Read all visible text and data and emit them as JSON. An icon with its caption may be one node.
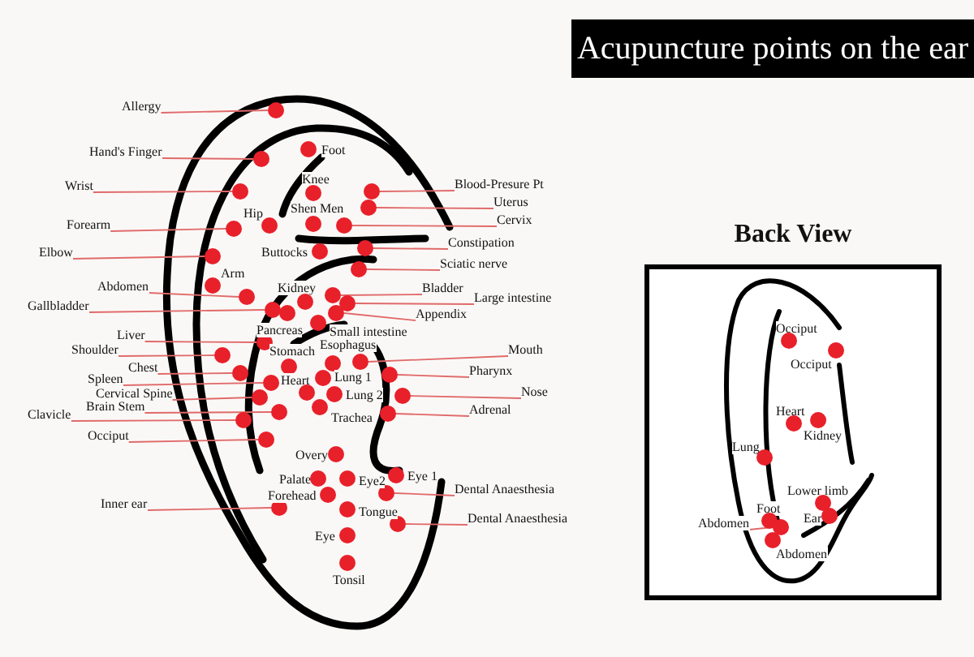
{
  "diagram": {
    "title": "Acupuncture points on the ear",
    "nodes": [
      {
        "text": [
          "Allergy"
        ]
      },
      {
        "text": [],
        "shape": "circle"
      },
      {
        "text": [
          "Hand's Finger"
        ]
      },
      {
        "text": [],
        "shape": "circle"
      },
      {
        "text": [
          "Wrist"
        ]
      },
      {
        "text": [],
        "shape": "circle"
      },
      {
        "text": [
          "Forearm"
        ]
      },
      {
        "text": [],
        "shape": "circle"
      },
      {
        "text": [
          "Elbow"
        ]
      },
      {
        "text": [],
        "shape": "circle"
      },
      {
        "text": [
          "Abdomen"
        ]
      },
      {
        "text": [],
        "shape": "circle"
      },
      {
        "text": [
          "Gallbladder"
        ]
      },
      {
        "text": [],
        "shape": "circle"
      },
      {
        "text": [
          "Liver"
        ]
      },
      {
        "text": [],
        "shape": "circle"
      },
      {
        "text": [
          "Shoulder"
        ]
      },
      {
        "text": [],
        "shape": "circle"
      },
      {
        "text": [
          "Chest"
        ]
      },
      {
        "text": [],
        "shape": "circle"
      },
      {
        "text": [
          "Spleen"
        ]
      },
      {
        "text": [],
        "shape": "circle"
      },
      {
        "text": [
          "Cervical Spine"
        ]
      },
      {
        "text": [],
        "shape": "circle"
      },
      {
        "text": [
          "Brain Stem"
        ]
      },
      {
        "text": [],
        "shape": "circle"
      },
      {
        "text": [
          "Clavicle"
        ]
      },
      {
        "text": [],
        "shape": "circle"
      },
      {
        "text": [
          "Occiput"
        ]
      },
      {
        "text": [],
        "shape": "circle"
      },
      {
        "text": [
          "Inner ear"
        ]
      },
      {
        "text": [],
        "shape": "circle"
      },
      {
        "text": [
          "Blood-Presure Pt"
        ]
      },
      {
        "text": [],
        "shape": "circle"
      },
      {
        "text": [
          "Uterus"
        ]
      },
      {
        "text": [],
        "shape": "circle"
      },
      {
        "text": [
          "Cervix"
        ]
      },
      {
        "text": [],
        "shape": "circle"
      },
      {
        "text": [
          "Constipation"
        ]
      },
      {
        "text": [],
        "shape": "circle"
      },
      {
        "text": [
          "Sciatic nerve"
        ]
      },
      {
        "text": [],
        "shape": "circle"
      },
      {
        "text": [
          "Bladder"
        ]
      },
      {
        "text": [],
        "shape": "circle"
      },
      {
        "text": [
          "Large intestine"
        ]
      },
      {
        "text": [],
        "shape": "circle"
      },
      {
        "text": [
          "Appendix"
        ]
      },
      {
        "text": [],
        "shape": "circle"
      },
      {
        "text": [
          "Mouth"
        ]
      },
      {
        "text": [],
        "shape": "circle"
      },
      {
        "text": [
          "Pharynx"
        ]
      },
      {
        "text": [],
        "shape": "circle"
      },
      {
        "text": [
          "Nose"
        ]
      },
      {
        "text": [],
        "shape": "circle"
      },
      {
        "text": [
          "Adrenal"
        ]
      },
      {
        "text": [],
        "shape": "circle"
      },
      {
        "text": [
          "Dental Anaesthesia"
        ]
      },
      {
        "text": [],
        "shape": "circle"
      },
      {
        "text": [
          "Dental Anaesthesia"
        ]
      },
      {
        "text": [],
        "shape": "circle"
      },
      {
        "text": [],
        "shape": "circle",
        "beside": [
          "Foot"
        ]
      },
      {
        "text": [],
        "shape": "circle",
        "beside": [
          "Knee"
        ]
      },
      {
        "text": [],
        "shape": "circle",
        "beside": [
          "Shen Men"
        ]
      },
      {
        "text": [],
        "shape": "circle",
        "beside": [
          "Hip"
        ]
      },
      {
        "text": [],
        "shape": "circle",
        "beside": [
          "Buttocks"
        ]
      },
      {
        "text": [],
        "shape": "circle",
        "beside": [
          "Arm"
        ]
      },
      {
        "text": [],
        "shape": "circle",
        "beside": [
          "Kidney"
        ]
      },
      {
        "text": [],
        "shape": "circle",
        "beside": [
          "Pancreas"
        ]
      },
      {
        "text": [],
        "shape": "circle",
        "beside": [
          "Small intestine"
        ]
      },
      {
        "text": [],
        "shape": "circle",
        "beside": [
          "Stomach"
        ]
      },
      {
        "text": [],
        "shape": "circle",
        "beside": [
          "Esophagus"
        ]
      },
      {
        "text": [],
        "shape": "circle",
        "beside": [
          "Heart"
        ]
      },
      {
        "text": [],
        "shape": "circle",
        "beside": [
          "Lung 1"
        ]
      },
      {
        "text": [],
        "shape": "circle",
        "beside": [
          "Trachea"
        ]
      },
      {
        "text": [],
        "shape": "circle",
        "beside": [
          "Lung 2"
        ]
      },
      {
        "text": [],
        "shape": "circle",
        "beside": [
          "Overy"
        ]
      },
      {
        "text": [],
        "shape": "circle",
        "beside": [
          "Palate"
        ]
      },
      {
        "text": [],
        "shape": "circle",
        "beside": [
          "Eye2"
        ]
      },
      {
        "text": [],
        "shape": "circle",
        "beside": [
          "Eye 1"
        ]
      },
      {
        "text": [],
        "shape": "circle",
        "beside": [
          "Forehead"
        ]
      },
      {
        "text": [],
        "shape": "circle",
        "beside": [
          "Tongue"
        ]
      },
      {
        "text": [],
        "shape": "circle",
        "beside": [
          "Eye"
        ]
      },
      {
        "text": [],
        "shape": "circle",
        "beside": [
          "Tonsil"
        ]
      },
      {
        "text": [
          "Back View"
        ]
      },
      {
        "text": [],
        "shape": "circle",
        "beside": [
          "Occiput"
        ],
        "in": 83
      },
      {
        "text": [],
        "shape": "circle",
        "beside": [
          "Occiput"
        ],
        "in": 83
      },
      {
        "text": [],
        "shape": "circle",
        "beside": [
          "Heart"
        ],
        "in": 83
      },
      {
        "text": [],
        "shape": "circle",
        "beside": [
          "Kidney"
        ],
        "in": 83
      },
      {
        "text": [],
        "shape": "circle",
        "beside": [
          "Lung"
        ],
        "in": 83
      },
      {
        "text": [],
        "shape": "circle",
        "beside": [
          "Lower limb"
        ],
        "in": 83
      },
      {
        "text": [],
        "shape": "circle",
        "beside": [
          "Ear"
        ],
        "in": 83
      },
      {
        "text": [],
        "shape": "circle",
        "beside": [
          "Foot"
        ],
        "in": 83
      },
      {
        "text": [
          "Abdomen"
        ],
        "in": 83
      },
      {
        "text": [],
        "shape": "circle",
        "in": 83
      },
      {
        "text": [],
        "shape": "circle",
        "beside": [
          "Abdomen"
        ],
        "in": 83
      }
    ],
    "edges": [
      {
        "from": 0,
        "to": 1,
        "arrow": "none"
      },
      {
        "from": 2,
        "to": 3,
        "arrow": "none"
      },
      {
        "from": 4,
        "to": 5,
        "arrow": "none"
      },
      {
        "from": 6,
        "to": 7,
        "arrow": "none"
      },
      {
        "from": 8,
        "to": 9,
        "arrow": "none"
      },
      {
        "from": 10,
        "to": 11,
        "arrow": "none"
      },
      {
        "from": 12,
        "to": 13,
        "arrow": "none"
      },
      {
        "from": 14,
        "to": 15,
        "arrow": "none"
      },
      {
        "from": 16,
        "to": 17,
        "arrow": "none"
      },
      {
        "from": 18,
        "to": 19,
        "arrow": "none"
      },
      {
        "from": 20,
        "to": 21,
        "arrow": "none"
      },
      {
        "from": 22,
        "to": 23,
        "arrow": "none"
      },
      {
        "from": 24,
        "to": 25,
        "arrow": "none"
      },
      {
        "from": 26,
        "to": 27,
        "arrow": "none"
      },
      {
        "from": 28,
        "to": 29,
        "arrow": "none"
      },
      {
        "from": 30,
        "to": 31,
        "arrow": "none"
      },
      {
        "from": 32,
        "to": 33,
        "arrow": "none"
      },
      {
        "from": 34,
        "to": 35,
        "arrow": "none"
      },
      {
        "from": 36,
        "to": 37,
        "arrow": "none"
      },
      {
        "from": 38,
        "to": 39,
        "arrow": "none"
      },
      {
        "from": 40,
        "to": 41,
        "arrow": "none"
      },
      {
        "from": 42,
        "to": 43,
        "arrow": "none"
      },
      {
        "from": 44,
        "to": 45,
        "arrow": "none"
      },
      {
        "from": 46,
        "to": 47,
        "arrow": "none"
      },
      {
        "from": 48,
        "to": 49,
        "arrow": "none"
      },
      {
        "from": 50,
        "to": 51,
        "arrow": "none"
      },
      {
        "from": 52,
        "to": 53,
        "arrow": "none"
      },
      {
        "from": 54,
        "to": 55,
        "arrow": "none"
      },
      {
        "from": 56,
        "to": 57,
        "arrow": "none"
      },
      {
        "from": 58,
        "to": 59,
        "arrow": "none"
      },
      {
        "from": 92,
        "to": 93,
        "arrow": "none"
      }
    ]
  }
}
